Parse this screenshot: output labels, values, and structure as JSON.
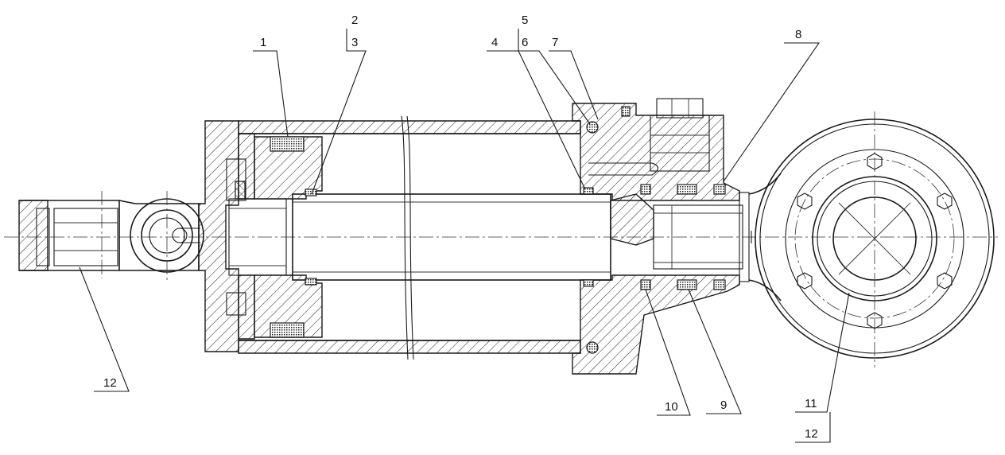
{
  "drawing": {
    "callouts": {
      "c1": "1",
      "c2": "2",
      "c3": "3",
      "c4": "4",
      "c5": "5",
      "c6": "6",
      "c7": "7",
      "c8": "8",
      "c9": "9",
      "c10": "10",
      "c11": "11",
      "c12_left": "12",
      "c12_right": "12"
    }
  },
  "colors": {
    "line": "#1a1a1a",
    "background": "#ffffff"
  }
}
